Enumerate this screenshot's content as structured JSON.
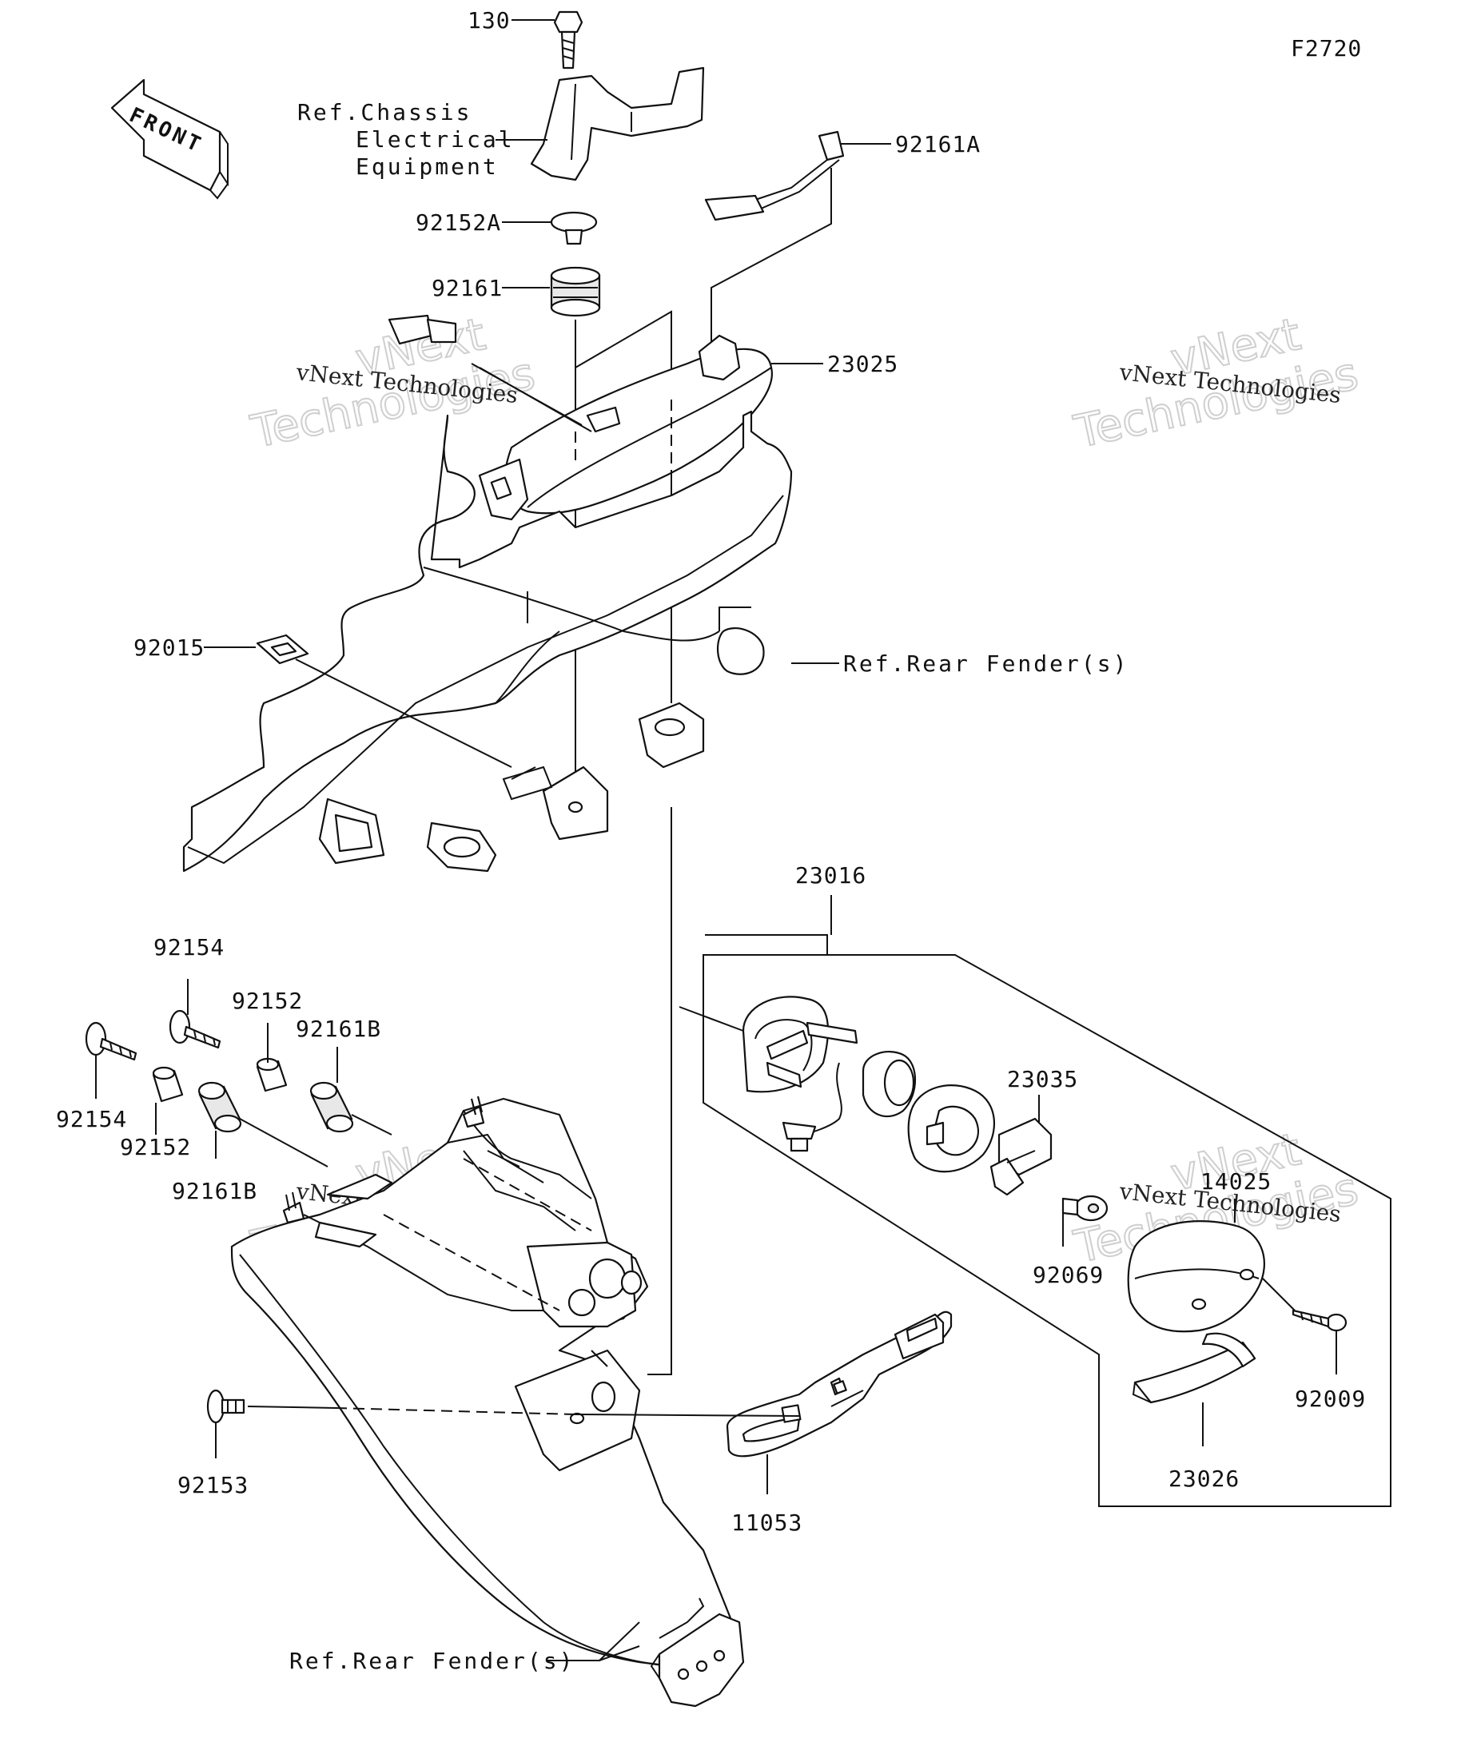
{
  "diagram_code": "F2720",
  "front_arrow": {
    "label": "FRONT",
    "icon": "front-arrow-icon"
  },
  "references": {
    "chassis": [
      "Ref.Chassis",
      "Electrical",
      "Equipment"
    ],
    "rear_fender_top": "Ref.Rear Fender(s)",
    "rear_fender_bottom": "Ref.Rear Fender(s)"
  },
  "part_labels": {
    "p130": "130",
    "p92161A": "92161A",
    "p92152A": "92152A",
    "p92161": "92161",
    "p23025": "23025",
    "p92015": "92015",
    "p23016": "23016",
    "p92154_a": "92154",
    "p92154_b": "92154",
    "p92152_a": "92152",
    "p92152_b": "92152",
    "p92161B_a": "92161B",
    "p92161B_b": "92161B",
    "p23035": "23035",
    "p14025": "14025",
    "p92069": "92069",
    "p92009": "92009",
    "p92153": "92153",
    "p11053": "11053",
    "p23026": "23026"
  },
  "watermark": {
    "small": "vNext Technologies",
    "large_top": "vNext",
    "large_bottom": "Technologies"
  }
}
